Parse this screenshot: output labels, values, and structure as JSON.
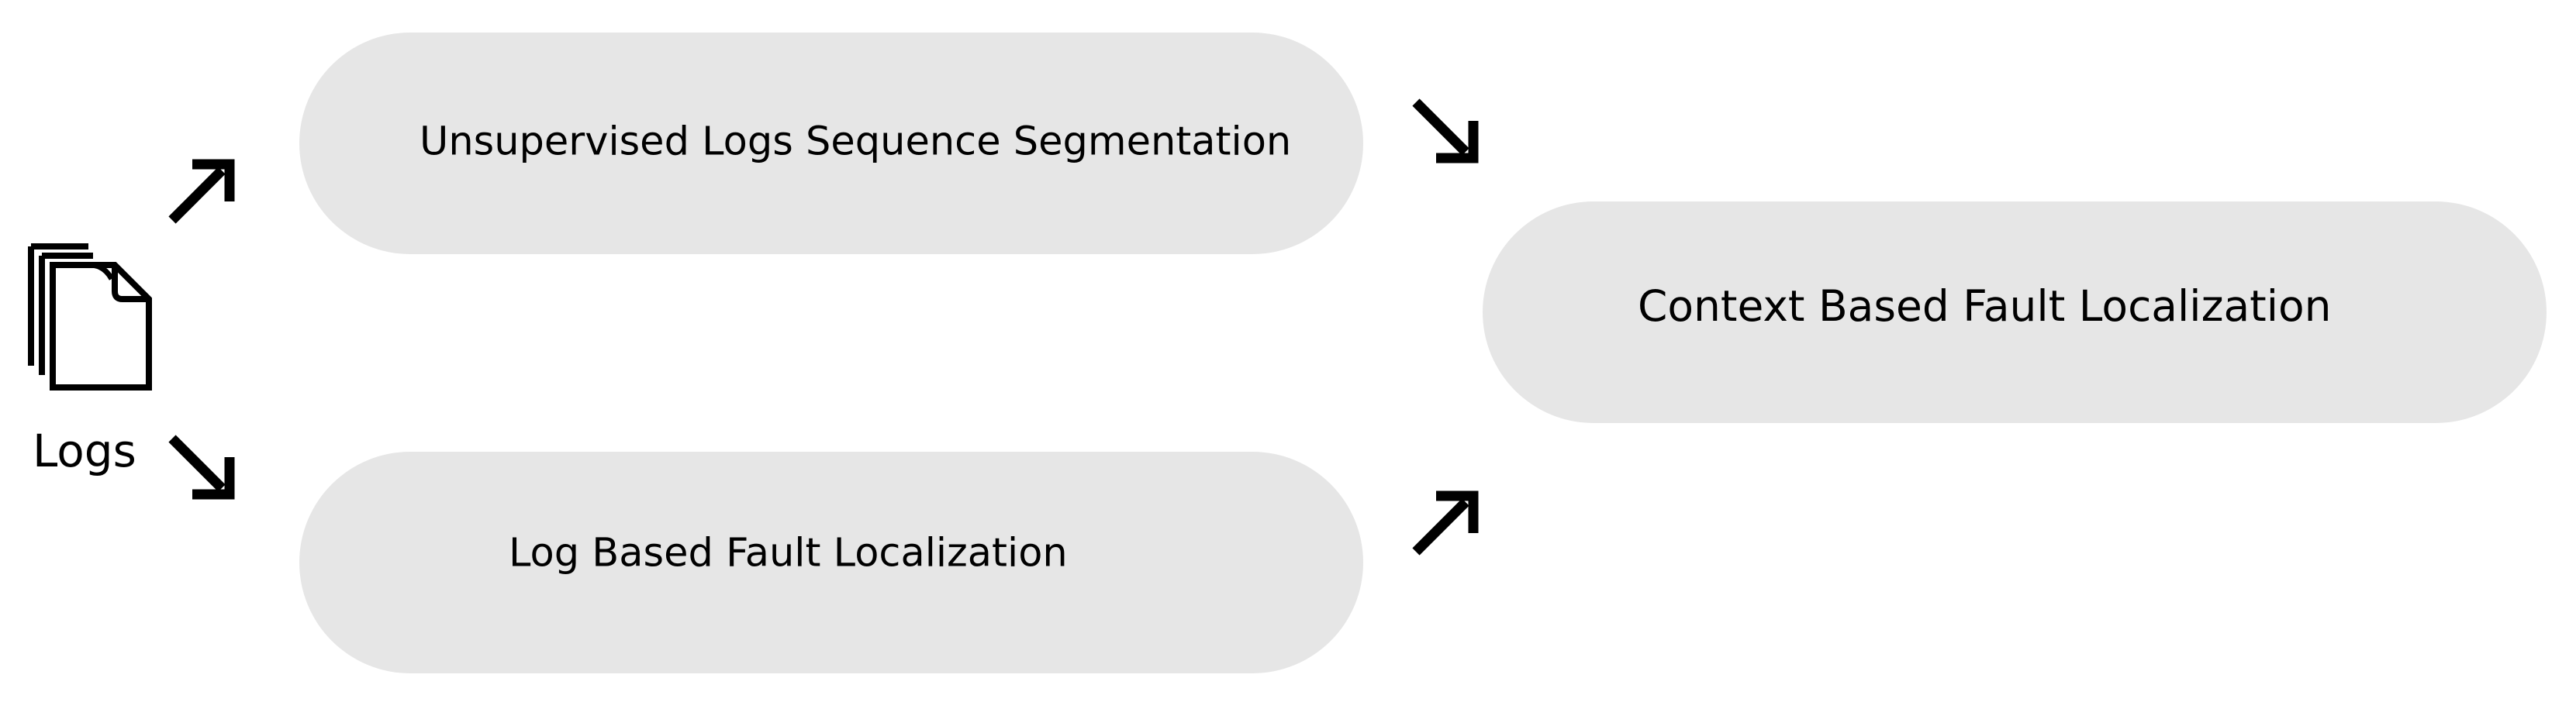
{
  "source": {
    "label": "Logs",
    "icon": "document-stack-icon"
  },
  "nodes": {
    "segmentation": {
      "label": "Unsupervised Logs Sequence Segmentation"
    },
    "log_fault": {
      "label": "Log Based Fault Localization"
    },
    "context_fault": {
      "label": "Context Based Fault Localization"
    }
  },
  "colors": {
    "node_fill": "#e6e6e6",
    "stroke": "#000000",
    "background": "#ffffff"
  },
  "edges": [
    {
      "from": "Logs",
      "to": "Unsupervised Logs Sequence Segmentation"
    },
    {
      "from": "Logs",
      "to": "Log Based Fault Localization"
    },
    {
      "from": "Unsupervised Logs Sequence Segmentation",
      "to": "Context Based Fault Localization"
    },
    {
      "from": "Log Based Fault Localization",
      "to": "Context Based Fault Localization"
    }
  ]
}
